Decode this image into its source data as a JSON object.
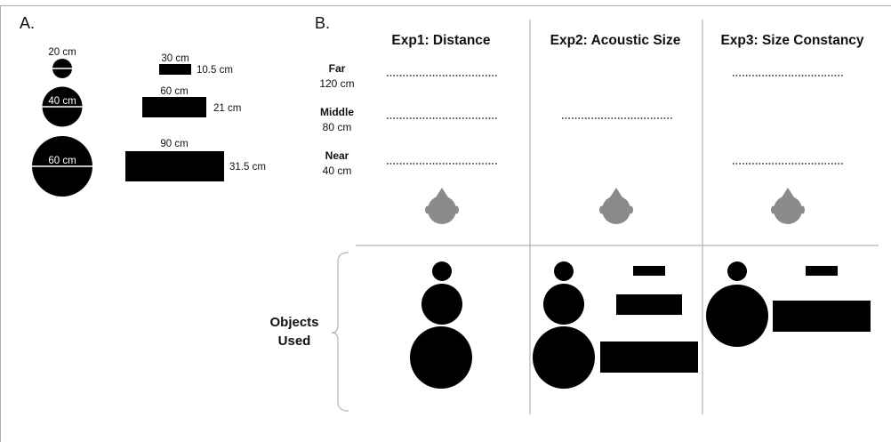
{
  "panel_a": {
    "label": "A.",
    "circles": [
      {
        "label": "20 cm"
      },
      {
        "label": "40 cm"
      },
      {
        "label": "60 cm"
      }
    ],
    "rects": [
      {
        "width_label": "30 cm",
        "height_label": "10.5 cm"
      },
      {
        "width_label": "60 cm",
        "height_label": "21 cm"
      },
      {
        "width_label": "90 cm",
        "height_label": "31.5 cm"
      }
    ]
  },
  "panel_b": {
    "label": "B.",
    "distances": [
      {
        "name": "Far",
        "value": "120 cm"
      },
      {
        "name": "Middle",
        "value": "80 cm"
      },
      {
        "name": "Near",
        "value": "40 cm"
      }
    ],
    "experiments": [
      {
        "title": "Exp1: Distance",
        "distances_used": [
          "Far",
          "Middle",
          "Near"
        ],
        "shapes": [
          "circles"
        ]
      },
      {
        "title": "Exp2: Acoustic Size",
        "distances_used": [
          "Middle"
        ],
        "shapes": [
          "circles",
          "rectangles"
        ]
      },
      {
        "title": "Exp3: Size Constancy",
        "distances_used": [
          "Far",
          "Near"
        ],
        "shapes": [
          "circles",
          "rectangles"
        ]
      }
    ],
    "objects_label_line1": "Objects",
    "objects_label_line2": "Used"
  },
  "colors": {
    "shape": "#000000",
    "dotted_line": "#555555",
    "grid_line": "#b4b4b4",
    "head": "#8a8a8a",
    "border": "#b0b0b0"
  }
}
